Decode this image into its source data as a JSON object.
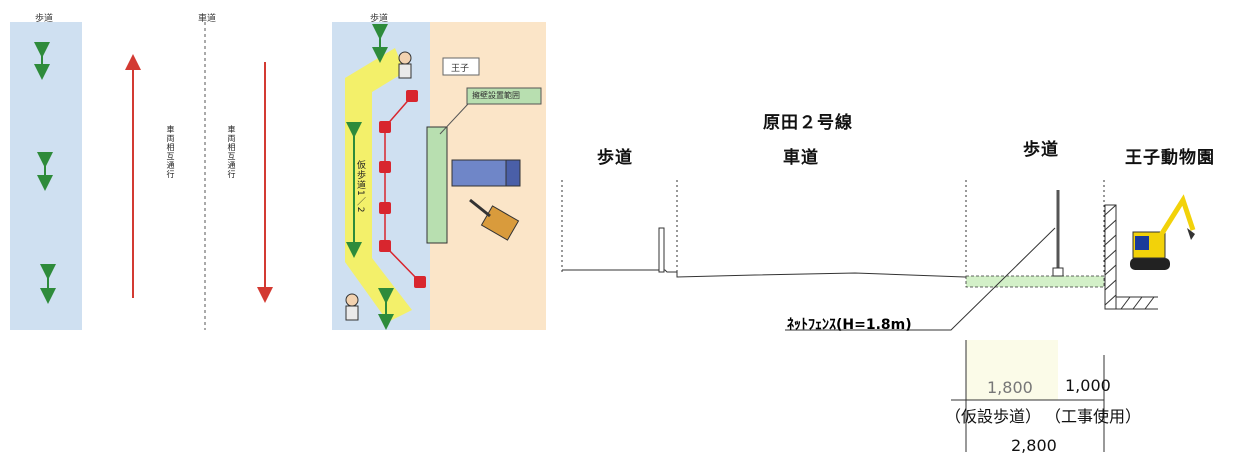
{
  "plan": {
    "labels": {
      "sidewalk_left": "歩道",
      "roadway": "車道",
      "sidewalk_right": "歩道",
      "two_way_left": "車両相互通行",
      "two_way_right": "車両相互通行",
      "temp_sidewalk": "仮歩道1／2",
      "oji": "王子",
      "wall_range": "擁壁設置範囲"
    },
    "colors": {
      "sidewalk_blue": "#cfe0f1",
      "zoo_area": "#fbe5c8",
      "temp_path_yellow": "#f3f06a",
      "barrier_red": "#d8262e",
      "arrow_green": "#2e8b3b",
      "arrow_red": "#d33a32",
      "wall_green": "#b8dfb0"
    }
  },
  "section": {
    "route_name": "原田２号線",
    "col_labels": {
      "sidewalk_left": "歩道",
      "roadway": "車道",
      "sidewalk_right": "歩道",
      "zoo": "王子動物園"
    },
    "net_fence": "ﾈｯﾄﾌｪﾝｽ(H=1.8m)",
    "dim_temp": "1,800",
    "dim_work": "1,000",
    "dim_temp_label": "（仮設歩道）",
    "dim_work_label": "（工事使用）",
    "dim_total": "2,800",
    "colors": {
      "ground_green": "#d3f0c8",
      "excavator_yellow": "#f2d20a",
      "excavator_blue": "#1a3b9a"
    }
  }
}
